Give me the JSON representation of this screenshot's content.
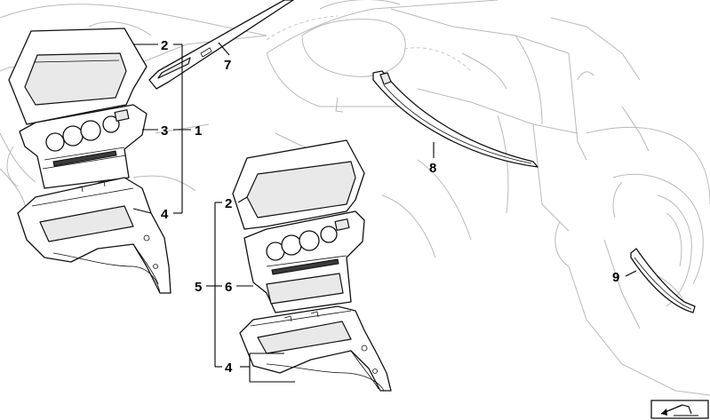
{
  "callouts": {
    "c1": "1",
    "c2_top": "2",
    "c3": "3",
    "c4_top": "4",
    "c2_mid": "2",
    "c5": "5",
    "c6": "6",
    "c4_bottom": "4",
    "c7": "7",
    "c8": "8",
    "c9": "9"
  },
  "icons": {
    "corner_badge": "flip-arrow-icon"
  },
  "colors": {
    "part_outline": "#111111",
    "background_ghost": "#b9b9b9"
  }
}
